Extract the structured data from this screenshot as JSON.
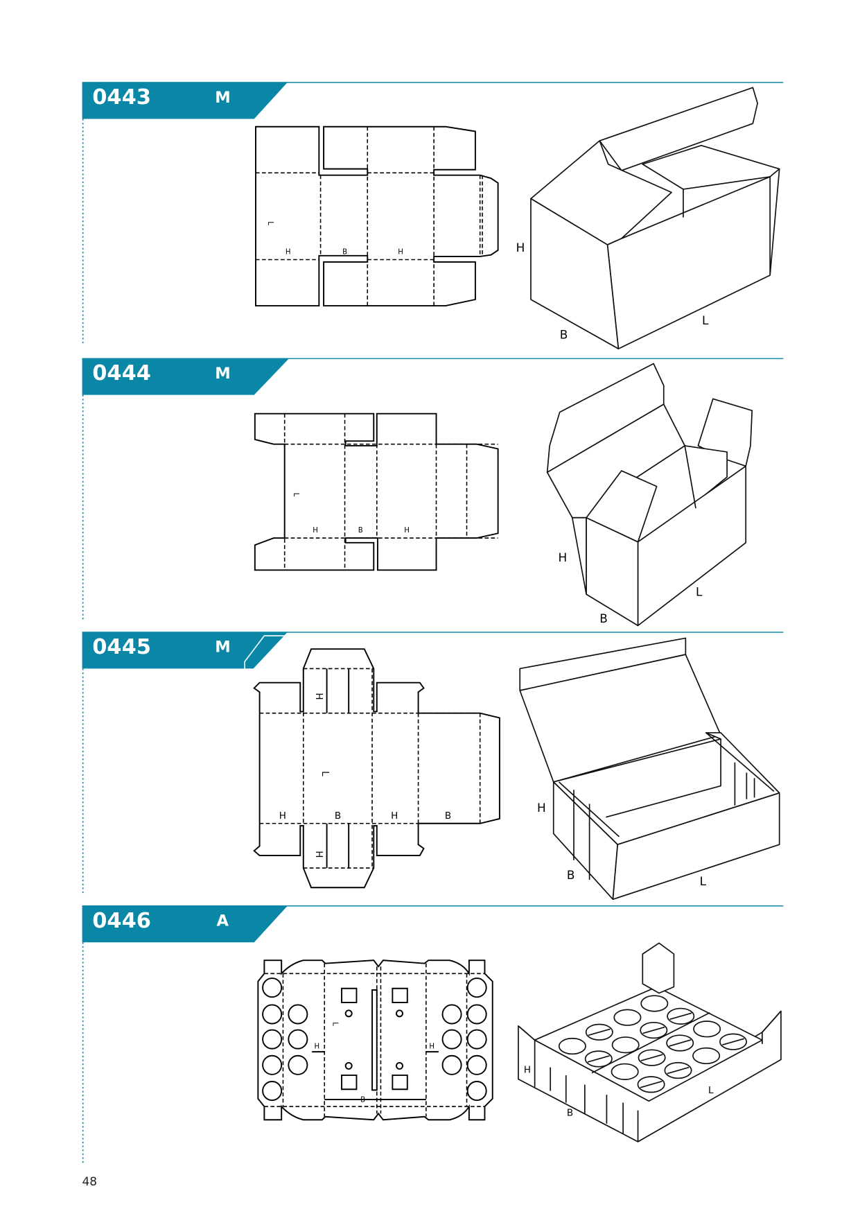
{
  "page_number": "48",
  "accent_color": "#0a87a6",
  "sections": [
    {
      "code": "0443",
      "type": "M",
      "dieline_labels": [
        "L",
        "H",
        "B",
        "H"
      ],
      "iso_labels": [
        "H",
        "B",
        "L"
      ]
    },
    {
      "code": "0444",
      "type": "M",
      "dieline_labels": [
        "L",
        "H",
        "B",
        "H"
      ],
      "iso_labels": [
        "H",
        "B",
        "L"
      ]
    },
    {
      "code": "0445",
      "type": "M",
      "dieline_labels": [
        "H",
        "L",
        "H",
        "B",
        "H",
        "B",
        "H"
      ],
      "iso_labels": [
        "H",
        "B",
        "L"
      ]
    },
    {
      "code": "0446",
      "type": "A",
      "dieline_labels": [
        "L",
        "H",
        "H",
        "B"
      ],
      "iso_labels": [
        "H",
        "B",
        "L"
      ]
    }
  ]
}
